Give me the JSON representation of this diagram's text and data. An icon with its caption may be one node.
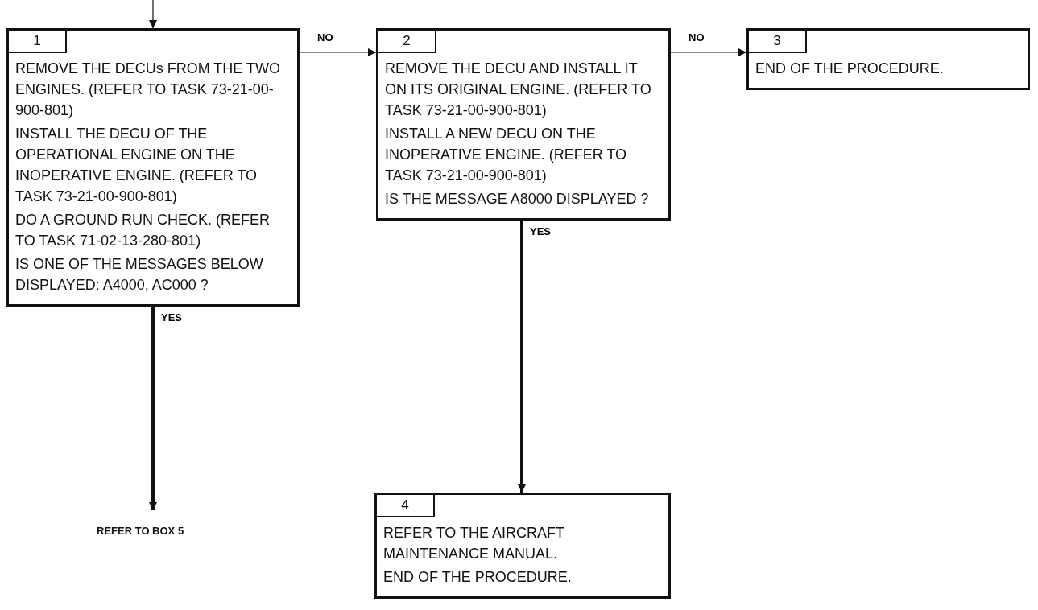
{
  "diagram": {
    "nodes": [
      {
        "text": [
          "1",
          "REMOVE THE DECUs FROM THE TWO ENGINES. (REFER TO TASK 73-21-00-900-801)",
          "INSTALL THE DECU OF THE OPERATIONAL ENGINE ON THE INOPERATIVE ENGINE. (REFER TO TASK 73-21-00-900-801)",
          "DO A GROUND RUN CHECK. (REFER TO TASK 71-02-13-280-801)",
          "IS ONE OF THE MESSAGES BELOW DISPLAYED: A4000, AC000 ?"
        ]
      },
      {
        "text": [
          "2",
          "REMOVE THE DECU AND INSTALL IT ON ITS ORIGINAL ENGINE. (REFER TO TASK 73-21-00-900-801)",
          "INSTALL A NEW DECU ON THE INOPERATIVE ENGINE. (REFER TO TASK 73-21-00-900-801)",
          "IS THE MESSAGE A8000 DISPLAYED ?"
        ]
      },
      {
        "text": [
          "3",
          "END OF THE PROCEDURE."
        ]
      },
      {
        "text": [
          "4",
          "REFER TO THE AIRCRAFT MAINTENANCE MANUAL.",
          "END OF THE PROCEDURE."
        ]
      },
      {
        "text": [
          "REFER TO BOX 5"
        ]
      }
    ],
    "edges": [
      {
        "from": null,
        "to": 0,
        "arrow": "to"
      },
      {
        "from": 0,
        "to": 1,
        "arrow": "to",
        "label": "NO"
      },
      {
        "from": 1,
        "to": 2,
        "arrow": "to",
        "label": "NO"
      },
      {
        "from": 0,
        "to": 4,
        "arrow": "to",
        "label": "YES",
        "style": "thick"
      },
      {
        "from": 1,
        "to": 3,
        "arrow": "to",
        "label": "YES",
        "style": "thick"
      }
    ]
  }
}
